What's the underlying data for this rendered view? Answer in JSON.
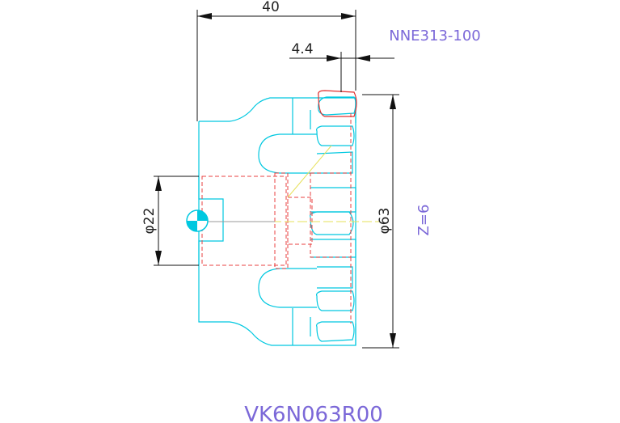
{
  "part_number": "NNE313-100",
  "model_code": "VK6N063R00",
  "dimensions": {
    "overall_length": "40",
    "insert_offset": "4.4",
    "bore_diameter": "φ22",
    "cutter_diameter": "φ63"
  },
  "tooth_count": "Z=6",
  "colors": {
    "body_outline": "#00c8e0",
    "hidden_lines": "#e84040",
    "dimension_lines": "#111111",
    "annotation_text": "#7b68d8",
    "centerline": "#e6e05a"
  }
}
